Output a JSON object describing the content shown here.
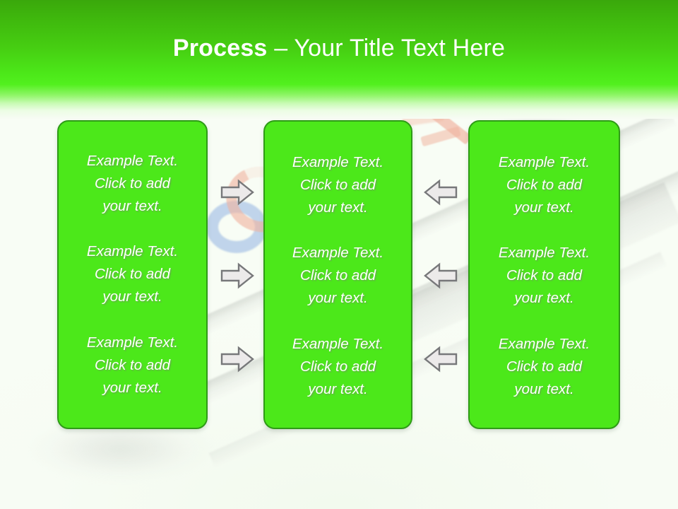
{
  "slide": {
    "title_bold": "Process",
    "title_rest": " – Your Title Text Here",
    "background_color": "#f7fcf4",
    "header_color_top": "#3aa80c",
    "header_color_mid": "#4ce819",
    "box_fill": "#4ce81a",
    "box_border": "#2f9b17",
    "text_color": "#ffffff",
    "arrow_fill": "#eceaea",
    "arrow_stroke": "#77787a"
  },
  "columns": [
    {
      "name": "column-1",
      "items": [
        {
          "text": "Example Text.\nClick  to add\nyour text."
        },
        {
          "text": "Example Text.\nClick  to add\nyour text."
        },
        {
          "text": "Example Text.\nClick  to add\nyour text."
        }
      ]
    },
    {
      "name": "column-2",
      "items": [
        {
          "text": "Example Text.\nClick  to add\nyour text."
        },
        {
          "text": "Example Text.\nClick  to add\nyour text."
        },
        {
          "text": "Example Text.\nClick  to add\nyour text."
        }
      ]
    },
    {
      "name": "column-3",
      "items": [
        {
          "text": "Example Text.\nClick  to add\nyour text."
        },
        {
          "text": "Example Text.\nClick  to add\nyour text."
        },
        {
          "text": "Example Text.\nClick  to add\nyour text."
        }
      ]
    }
  ],
  "arrows": [
    {
      "name": "arrow-right-1",
      "direction": "right"
    },
    {
      "name": "arrow-right-2",
      "direction": "right"
    },
    {
      "name": "arrow-right-3",
      "direction": "right"
    },
    {
      "name": "arrow-left-1",
      "direction": "left"
    },
    {
      "name": "arrow-left-2",
      "direction": "left"
    },
    {
      "name": "arrow-left-3",
      "direction": "left"
    }
  ]
}
